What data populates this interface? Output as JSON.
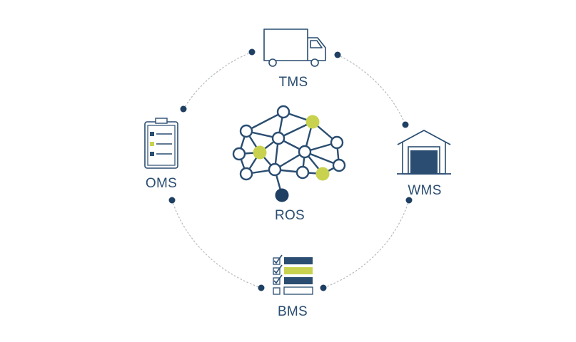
{
  "labels": {
    "tms": "TMS",
    "wms": "WMS",
    "oms": "OMS",
    "bms": "BMS",
    "ros": "ROS"
  },
  "icons": {
    "tms": "truck-icon",
    "wms": "warehouse-icon",
    "oms": "clipboard-checklist-icon",
    "bms": "checklist-bars-icon",
    "ros": "neural-network-icon"
  },
  "colors": {
    "navy": "#2a4d71",
    "lime": "#c8d24f",
    "dot": "#1f3f63",
    "dotted_ring": "#b8bec4",
    "text": "#2a4d71"
  }
}
